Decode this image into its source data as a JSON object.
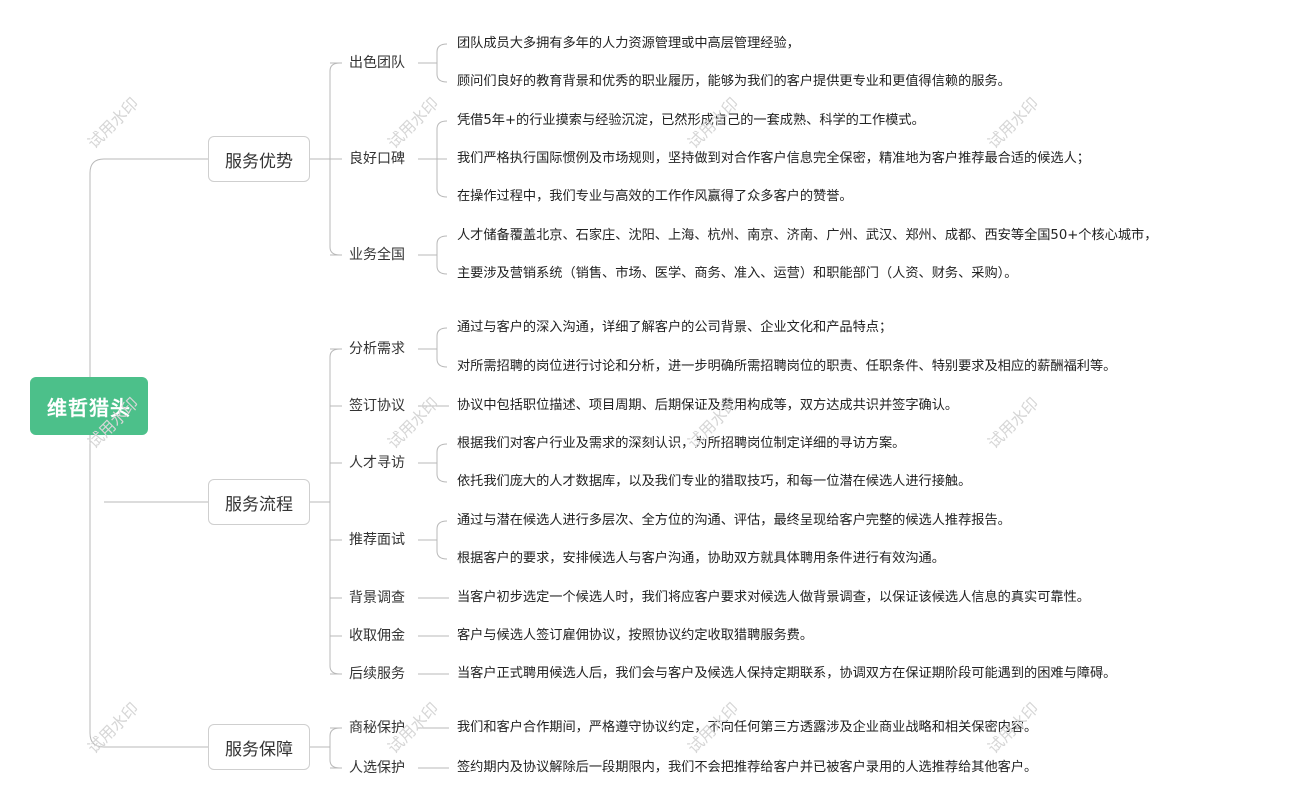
{
  "root": {
    "label": "维哲猎头"
  },
  "watermark": "试用水印",
  "branches": [
    {
      "label": "服务优势",
      "children": [
        {
          "label": "出色团队",
          "details": [
            "团队成员大多拥有多年的人力资源管理或中高层管理经验，",
            "顾问们良好的教育背景和优秀的职业履历，能够为我们的客户提供更专业和更值得信赖的服务。"
          ]
        },
        {
          "label": "良好口碑",
          "details": [
            "凭借5年+的行业摸索与经验沉淀，已然形成自己的一套成熟、科学的工作模式。",
            "我们严格执行国际惯例及市场规则，坚持做到对合作客户信息完全保密，精准地为客户推荐最合适的候选人；",
            "在操作过程中，我们专业与高效的工作作风赢得了众多客户的赞誉。"
          ]
        },
        {
          "label": "业务全国",
          "details": [
            "人才储备覆盖北京、石家庄、沈阳、上海、杭州、南京、济南、广州、武汉、郑州、成都、西安等全国50+个核心城市，",
            "主要涉及营销系统（销售、市场、医学、商务、准入、运营）和职能部门（人资、财务、采购）。"
          ]
        }
      ]
    },
    {
      "label": "服务流程",
      "children": [
        {
          "label": "分析需求",
          "details": [
            "通过与客户的深入沟通，详细了解客户的公司背景、企业文化和产品特点；",
            "对所需招聘的岗位进行讨论和分析，进一步明确所需招聘岗位的职责、任职条件、特别要求及相应的薪酬福利等。"
          ]
        },
        {
          "label": "签订协议",
          "details": [
            "协议中包括职位描述、项目周期、后期保证及费用构成等，双方达成共识并签字确认。"
          ]
        },
        {
          "label": "人才寻访",
          "details": [
            "根据我们对客户行业及需求的深刻认识，为所招聘岗位制定详细的寻访方案。",
            "依托我们庞大的人才数据库，以及我们专业的猎取技巧，和每一位潜在候选人进行接触。"
          ]
        },
        {
          "label": "推荐面试",
          "details": [
            "通过与潜在候选人进行多层次、全方位的沟通、评估，最终呈现给客户完整的候选人推荐报告。",
            "根据客户的要求，安排候选人与客户沟通，协助双方就具体聘用条件进行有效沟通。"
          ]
        },
        {
          "label": "背景调查",
          "details": [
            "当客户初步选定一个候选人时，我们将应客户要求对候选人做背景调查，以保证该候选人信息的真实可靠性。"
          ]
        },
        {
          "label": "收取佣金",
          "details": [
            "客户与候选人签订雇佣协议，按照协议约定收取猎聘服务费。"
          ]
        },
        {
          "label": "后续服务",
          "details": [
            "当客户正式聘用候选人后，我们会与客户及候选人保持定期联系，协调双方在保证期阶段可能遇到的困难与障碍。"
          ]
        }
      ]
    },
    {
      "label": "服务保障",
      "children": [
        {
          "label": "商秘保护",
          "details": [
            "我们和客户合作期间，严格遵守协议约定，不向任何第三方透露涉及企业商业战略和相关保密内容。"
          ]
        },
        {
          "label": "人选保护",
          "details": [
            "签约期内及协议解除后一段期限内，我们不会把推荐给客户并已被客户录用的人选推荐给其他客户。"
          ]
        }
      ]
    }
  ]
}
